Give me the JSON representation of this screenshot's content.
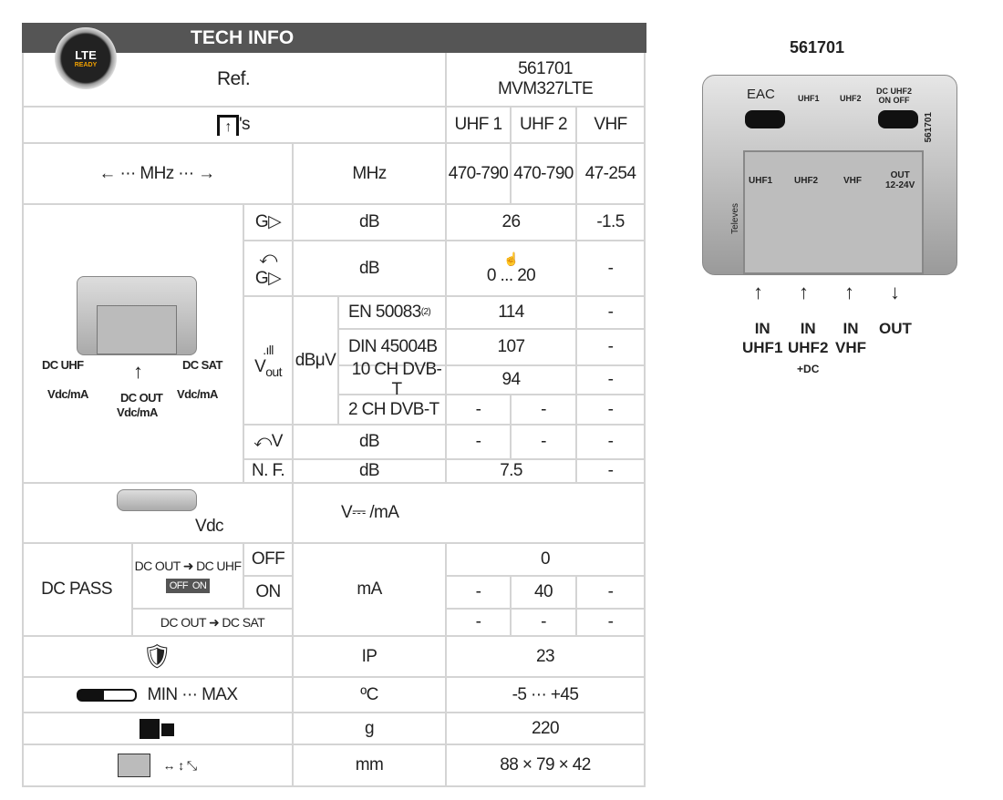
{
  "header": {
    "title": "TECH INFO",
    "badge": {
      "line1": "LTE",
      "line2": "READY"
    }
  },
  "ref": {
    "label": "Ref.",
    "code": "561701",
    "model": "MVM327LTE"
  },
  "inputs": {
    "suffix": "'s",
    "columns": [
      "UHF 1",
      "UHF 2",
      "VHF"
    ]
  },
  "frequency": {
    "label": "← ··· MHz ··· →",
    "unit": "MHz",
    "values": [
      "470-790",
      "470-790",
      "47-254"
    ]
  },
  "gain": {
    "unit": "dB",
    "uhf": "26",
    "vhf": "-1.5"
  },
  "gain_adjust": {
    "unit": "dB",
    "uhf": "0 ... 20",
    "vhf": "-"
  },
  "vout": {
    "label": "V",
    "sub": "out",
    "unit": "dBμV",
    "rows": [
      {
        "std": "EN 50083",
        "note": "(2)",
        "uhf": "114",
        "vhf": "-"
      },
      {
        "std": "DIN 45004B",
        "uhf": "107",
        "vhf": "-"
      },
      {
        "std": "10 CH DVB-T",
        "uhf": "94",
        "vhf": "-"
      },
      {
        "std": "2 CH DVB-T",
        "values": [
          "-",
          "-",
          "-"
        ]
      }
    ]
  },
  "vout_adjust": {
    "unit": "dB",
    "values": [
      "-",
      "-",
      "-"
    ]
  },
  "nf": {
    "label": "N. F.",
    "unit": "dB",
    "uhf": "7.5",
    "vhf": "-"
  },
  "diagram": {
    "dc_uhf": "DC UHF",
    "dc_out": "DC OUT",
    "dc_sat": "DC SAT",
    "vdcma": "Vdc/mA"
  },
  "vdc": {
    "label": "Vdc",
    "unit": "V⎓ /mA"
  },
  "dc_pass": {
    "label": "DC PASS",
    "to_uhf": "DC OUT ➜ DC UHF",
    "to_sat": "DC OUT ➜ DC SAT",
    "off": "OFF",
    "on": "ON",
    "switch_off": "OFF",
    "switch_on": "ON",
    "unit": "mA",
    "off_value": "0",
    "on_values": [
      "-",
      "40",
      "-"
    ],
    "sat_values": [
      "-",
      "-",
      "-"
    ]
  },
  "ip": {
    "unit": "IP",
    "value": "23"
  },
  "temperature": {
    "label": "MIN ··· MAX",
    "unit": "ºC",
    "value": "-5 ··· +45"
  },
  "weight": {
    "unit": "g",
    "value": "220"
  },
  "dimensions": {
    "label": "↔ ↕ ⤡",
    "unit": "mm",
    "value": "88 × 79 × 42"
  },
  "product": {
    "title": "561701",
    "photo": {
      "eac": "EAC",
      "uhf1": "UHF1",
      "uhf2": "UHF2",
      "dc": "DC UHF2",
      "onoff": "ON OFF",
      "code": "561701",
      "brand": "Televes",
      "p1": "UHF1",
      "p2": "UHF2",
      "p3": "VHF",
      "p4": "OUT",
      "p4b": "12-24V"
    },
    "ports": [
      {
        "dir": "↑",
        "l1": "IN",
        "l2": "UHF1"
      },
      {
        "dir": "↑",
        "l1": "IN",
        "l2": "UHF2",
        "l3": "+DC"
      },
      {
        "dir": "↑",
        "l1": "IN",
        "l2": "VHF"
      },
      {
        "dir": "↓",
        "l1": "OUT"
      }
    ]
  }
}
